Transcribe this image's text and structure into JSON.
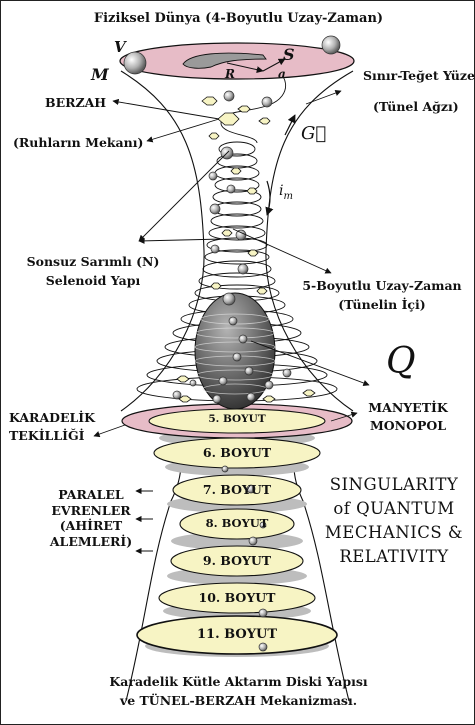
{
  "title": "Fiziksel Dünya (4-Boyutlu Uzay-Zaman)",
  "top_disk_letters": {
    "v": "V",
    "m": "M",
    "s": "S",
    "r": "R",
    "a": "a"
  },
  "labels": {
    "boundary": "Sınır-Teğet Yüzey",
    "tunnel_mouth": "(Tünel Ağzı)",
    "berzah": "BERZAH",
    "spirits_place": "(Ruhların Mekanı)",
    "g_vector": "G",
    "current": "im",
    "solenoid_line1": "Sonsuz Sarımlı (N)",
    "solenoid_line2": "Selenoid Yapı",
    "five_d_line1": "5-Boyutlu Uzay-Zaman",
    "five_d_line2": "(Tünelin İçi)",
    "q_symbol": "Q",
    "monopole_line1": "MANYETİK",
    "monopole_line2": "MONOPOL",
    "blackhole_line1": "KARADELİK",
    "blackhole_line2": "TEKİLLİĞİ",
    "parallel_line1": "PARALEL",
    "parallel_line2": "EVRENLER",
    "parallel_line3": "(AHİRET",
    "parallel_line4": "ALEMLERİ)"
  },
  "singularity_text": [
    "SINGULARITY",
    "of QUANTUM",
    "MECHANICS &",
    "RELATIVITY"
  ],
  "dimension_disks": [
    "5. BOYUT",
    "6. BOYUT",
    "7. BOYUT",
    "8. BOYUT",
    "9. BOYUT",
    "10. BOYUT",
    "11. BOYUT"
  ],
  "caption_line1": "Karadelik Kütle Aktarım Diski Yapısı",
  "caption_line2": "ve TÜNEL-BERZAH Mekanizması.",
  "colors": {
    "top_disk_fill": "#e7bcc7",
    "singularity_ring_fill": "#e7bcc7",
    "dimension_disk_fill": "#f7f4c4",
    "shadow_fill": "#bdbdbd",
    "hexagon_fill": "#f7f4c4",
    "ellipsoid_fill": "#5a5a5a",
    "line_color": "#111111"
  }
}
